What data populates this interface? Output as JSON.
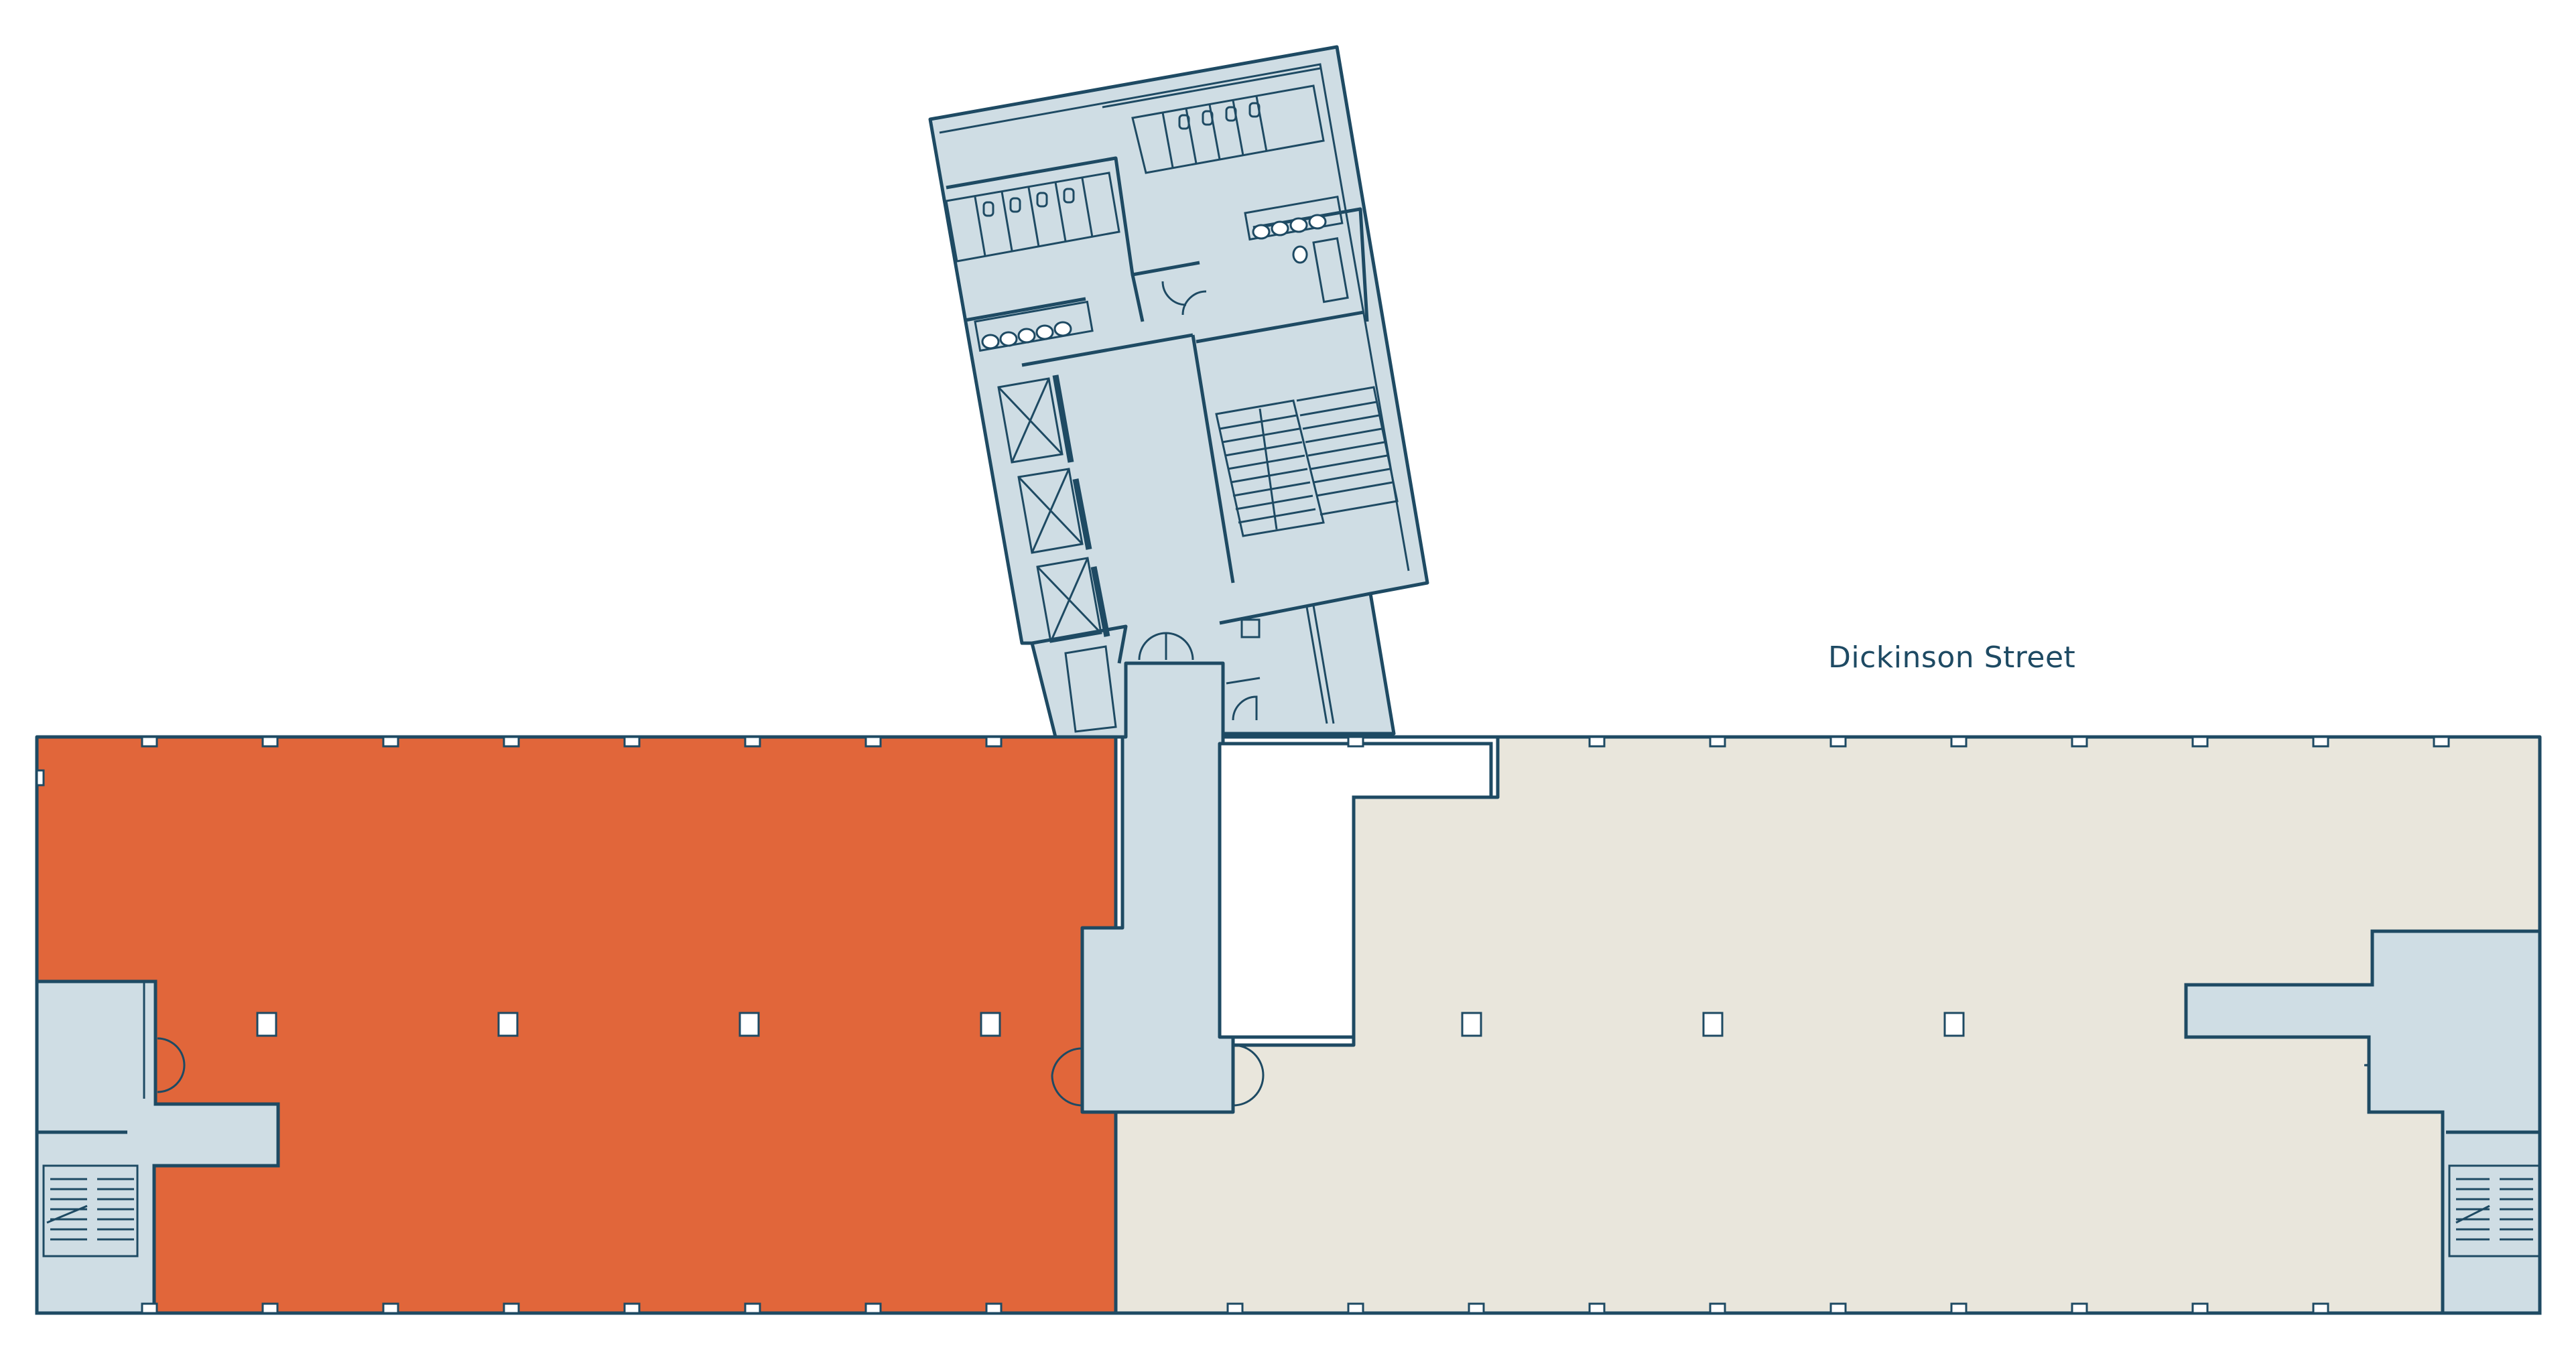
{
  "street_label": "Dickinson Street",
  "colors": {
    "outline": "#1e4a63",
    "highlighted_tenancy": "#e1663a",
    "other_tenancy": "#e9e6dc",
    "core_and_common": "#cfdde4",
    "void": "#ffffff"
  },
  "legend_meaning": {
    "highlighted_tenancy": "orange floor area (left wing)",
    "other_tenancy": "beige floor area (right wing)",
    "core_and_common": "blue-grey cores, toilets, lifts and stairs"
  },
  "icons": [
    "lift-icon",
    "stair-icon",
    "door-swing-icon",
    "wc-icon",
    "column-icon"
  ]
}
